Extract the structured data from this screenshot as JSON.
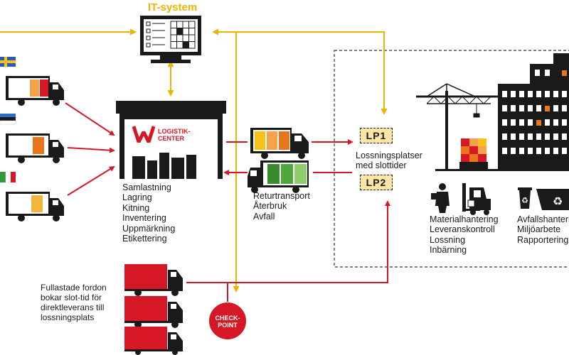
{
  "title": "IT-system",
  "logistics_center": {
    "logo_text": "LOGISTIK-\nCENTER",
    "functions": "Samlastning\nLagring\nKitning\nInventering\nUppmärkning\nEtikettering"
  },
  "return_flow": "Returtransport\nÅterbruk\nAvfall",
  "unloading": {
    "lp1": "LP1",
    "lp2": "LP2",
    "caption": "Lossningsplatser\nmed slottider"
  },
  "site_handling": "Materialhantering\nLeveranskontroll\nLossning\nInbärning",
  "waste_handling": "Avfallshantering\nMiljöarbete\nRapportering",
  "full_loads_caption": "Fullastade fordon\nbokar slot-tid för\ndirektleverans till\nlossningsplats",
  "checkpoint": "CHECK-\nPOINT",
  "colors": {
    "arrow_red": "#d61826",
    "arrow_yellow": "#f0b400",
    "orange": "#e8761a",
    "green": "#3a8a2e",
    "dark": "#1a1a1a"
  },
  "icons": [
    "flag-sweden-icon",
    "flag-estonia-icon",
    "flag-italy-icon",
    "monitor-icon",
    "crane-icon",
    "worker-icon",
    "forklift-icon",
    "recycling-bin-icon",
    "recycling-container-icon"
  ]
}
